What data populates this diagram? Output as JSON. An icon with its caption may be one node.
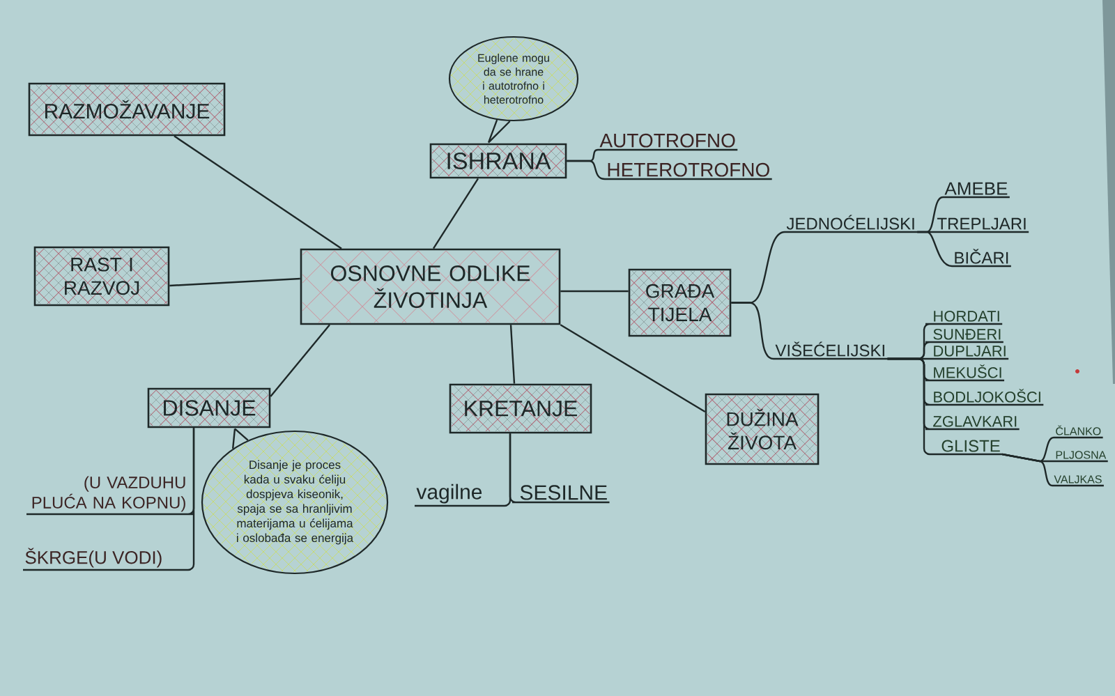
{
  "diagram": {
    "nodes": [
      {
        "text": [
          "OSNOVNE ODLIKE ŽIVOTINJA"
        ]
      },
      {
        "text": [
          "RAZMOŽAVANJE"
        ]
      },
      {
        "text": [
          "Euglene mogu da se hrane i autotrofno i heterotrofno"
        ]
      },
      {
        "text": [
          "ISHRANA"
        ]
      },
      {
        "text": [
          "AUTOTROFNO"
        ]
      },
      {
        "text": [
          "HETEROTROFNO"
        ]
      },
      {
        "text": [
          "RAST I RAZVOJ"
        ]
      },
      {
        "text": [
          "GRAĐA TIJELA"
        ]
      },
      {
        "text": [
          "JEDNOĆELIJSKI"
        ]
      },
      {
        "text": [
          "AMEBE"
        ]
      },
      {
        "text": [
          "TREPLJARI"
        ]
      },
      {
        "text": [
          "BIČARI"
        ]
      },
      {
        "text": [
          "VIŠEĆELIJSKI"
        ]
      },
      {
        "text": [
          "HORDATI"
        ]
      },
      {
        "text": [
          "SUNĐERI"
        ]
      },
      {
        "text": [
          "DUPLJARI"
        ]
      },
      {
        "text": [
          "MEKUŠCI"
        ]
      },
      {
        "text": [
          "BODLJOKOŠCI"
        ]
      },
      {
        "text": [
          "ZGLAVKARI"
        ]
      },
      {
        "text": [
          "GLISTE"
        ]
      },
      {
        "text": [
          "ČLANKO"
        ]
      },
      {
        "text": [
          "PLJOSNA"
        ]
      },
      {
        "text": [
          "VALJKAS"
        ]
      },
      {
        "text": [
          "DISANJE"
        ]
      },
      {
        "text": [
          "Disanje je proces kada u svaku ćeliju dospjeva kiseonik, spaja se sa hranljivim materijama u ćelijama i oslobađa se energija"
        ]
      },
      {
        "text": [
          "(U VAZDUHU PLUĆA NA KOPNU)"
        ]
      },
      {
        "text": [
          "ŠKRGE(U VODI)"
        ]
      },
      {
        "text": [
          "KRETANJE"
        ]
      },
      {
        "text": [
          "vagilne"
        ]
      },
      {
        "text": [
          "SESILNE"
        ]
      },
      {
        "text": [
          "DUŽINA ŽIVOTA"
        ]
      }
    ],
    "edges": [
      {
        "from": 0,
        "to": 1,
        "arrow": "none"
      },
      {
        "from": 0,
        "to": 3,
        "arrow": "none"
      },
      {
        "from": 0,
        "to": 6,
        "arrow": "none"
      },
      {
        "from": 0,
        "to": 7,
        "arrow": "none"
      },
      {
        "from": 0,
        "to": 23,
        "arrow": "none"
      },
      {
        "from": 0,
        "to": 27,
        "arrow": "none"
      },
      {
        "from": 0,
        "to": 30,
        "arrow": "none"
      },
      {
        "from": 3,
        "to": 4,
        "arrow": "none"
      },
      {
        "from": 3,
        "to": 5,
        "arrow": "none"
      },
      {
        "from": 7,
        "to": 8,
        "arrow": "none"
      },
      {
        "from": 7,
        "to": 12,
        "arrow": "none"
      },
      {
        "from": 8,
        "to": 9,
        "arrow": "none"
      },
      {
        "from": 8,
        "to": 10,
        "arrow": "none"
      },
      {
        "from": 8,
        "to": 11,
        "arrow": "none"
      },
      {
        "from": 12,
        "to": 13,
        "arrow": "none"
      },
      {
        "from": 12,
        "to": 14,
        "arrow": "none"
      },
      {
        "from": 12,
        "to": 15,
        "arrow": "none"
      },
      {
        "from": 12,
        "to": 16,
        "arrow": "none"
      },
      {
        "from": 12,
        "to": 17,
        "arrow": "none"
      },
      {
        "from": 12,
        "to": 18,
        "arrow": "none"
      },
      {
        "from": 12,
        "to": 19,
        "arrow": "none"
      },
      {
        "from": 19,
        "to": 20,
        "arrow": "none"
      },
      {
        "from": 19,
        "to": 21,
        "arrow": "none"
      },
      {
        "from": 19,
        "to": 22,
        "arrow": "none"
      },
      {
        "from": 23,
        "to": 25,
        "arrow": "none"
      },
      {
        "from": 23,
        "to": 26,
        "arrow": "none"
      },
      {
        "from": 27,
        "to": 28,
        "arrow": "none"
      },
      {
        "from": 27,
        "to": 29,
        "arrow": "none"
      },
      {
        "from": 2,
        "to": 3,
        "arrow": "none"
      },
      {
        "from": 24,
        "to": 23,
        "arrow": "none"
      }
    ]
  }
}
